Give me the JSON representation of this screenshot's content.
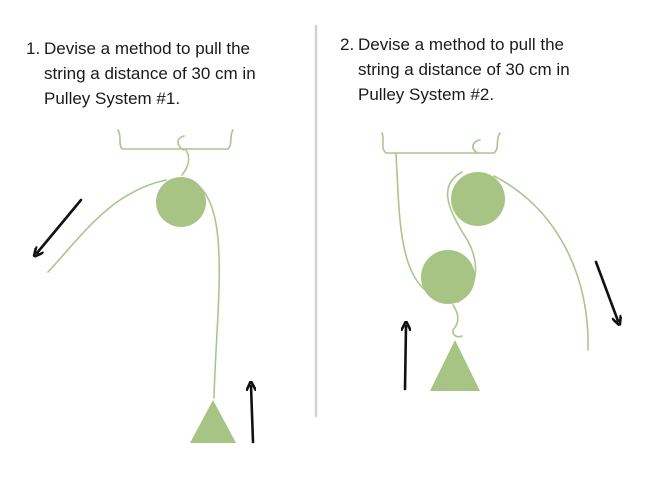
{
  "questions": [
    {
      "number": "1.",
      "lines": [
        "Devise a method to pull the",
        "string a distance of 30 cm in",
        "Pulley System #1."
      ]
    },
    {
      "number": "2.",
      "lines": [
        "Devise a method to pull the",
        "string a distance of 30 cm in",
        "Pulley System #2."
      ]
    }
  ],
  "colors": {
    "pulley_fill": "#a7c484",
    "string": "#a9c690",
    "arrow": "#111111",
    "divider": "#d2d2d2",
    "text": "#1a1a1a"
  },
  "icons": {
    "pulley": "circle",
    "weight": "triangle",
    "pull_direction": "arrow"
  }
}
